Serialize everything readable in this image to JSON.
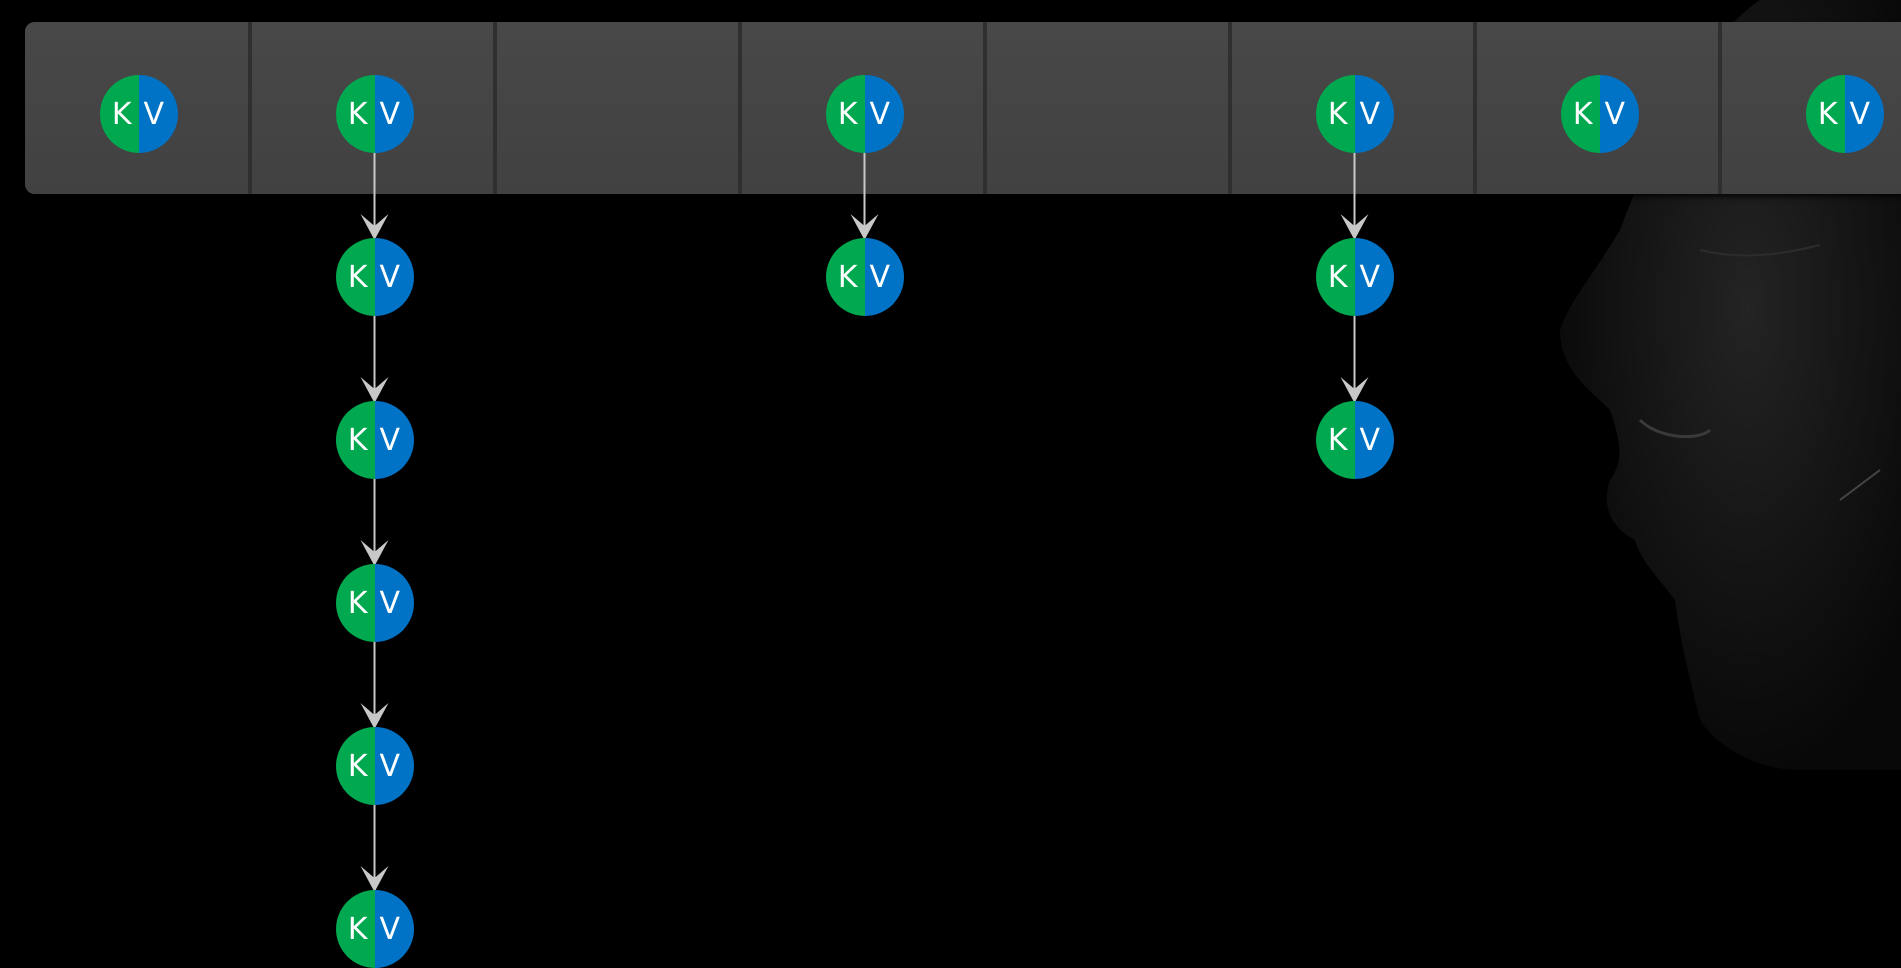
{
  "hash_table": {
    "bucket_count": 8,
    "key_letter": "K",
    "value_letter": "V",
    "colors": {
      "key": "#00a84f",
      "value": "#0073c7",
      "bar": "#454545",
      "arrow": "#c8c8c8",
      "background": "#000000"
    },
    "chains": [
      {
        "bucket": 0,
        "length": 1
      },
      {
        "bucket": 1,
        "length": 6
      },
      {
        "bucket": 2,
        "length": 0
      },
      {
        "bucket": 3,
        "length": 2
      },
      {
        "bucket": 4,
        "length": 0
      },
      {
        "bucket": 5,
        "length": 3
      },
      {
        "bucket": 6,
        "length": 1
      },
      {
        "bucket": 7,
        "length": 1
      }
    ]
  }
}
